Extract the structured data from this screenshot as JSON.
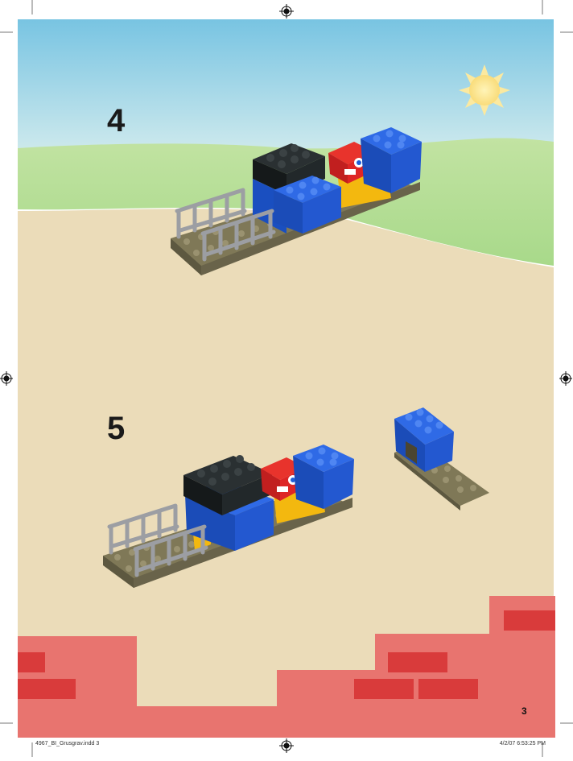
{
  "steps": [
    {
      "number": "4"
    },
    {
      "number": "5"
    }
  ],
  "page_number": "3",
  "slug": {
    "file": "4967_BI_Grusgrav.indd   3",
    "date": "4/2/07   6:53:25 PM"
  },
  "colors": {
    "sky_top": "#7cc6e3",
    "sky_bottom": "#e8f3d8",
    "grass": "#b8df99",
    "ground": "#eadbb8",
    "wall": "#e8736e",
    "brick": "#d93a3a",
    "lego_blue": "#1e5ed8",
    "lego_black": "#1c2224",
    "lego_red": "#dd2222",
    "lego_yellow": "#f2b611",
    "baseplate": "#8a8361",
    "fence": "#a8aaae",
    "sun": "#fbe38a"
  },
  "icons": [
    "registration-mark-icon",
    "sun-icon"
  ]
}
